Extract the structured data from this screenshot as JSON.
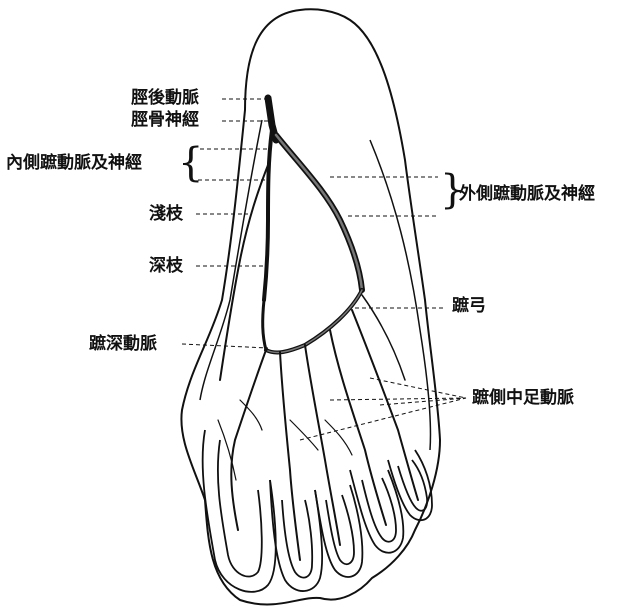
{
  "labels": {
    "posterior_tibial_artery": "脛後動脈",
    "tibial_nerve": "脛骨神經",
    "medial_plantar": "內側蹠動脈及神經",
    "lateral_plantar": "外側蹠動脈及神經",
    "superficial_branch": "淺枝",
    "deep_branch": "深枝",
    "plantar_arch": "蹠弓",
    "deep_plantar_artery": "蹠深動脈",
    "plantar_metatarsal_arteries": "蹠側中足動脈"
  },
  "colors": {
    "ink": "#111111",
    "artery": "#777777",
    "background": "#ffffff"
  }
}
